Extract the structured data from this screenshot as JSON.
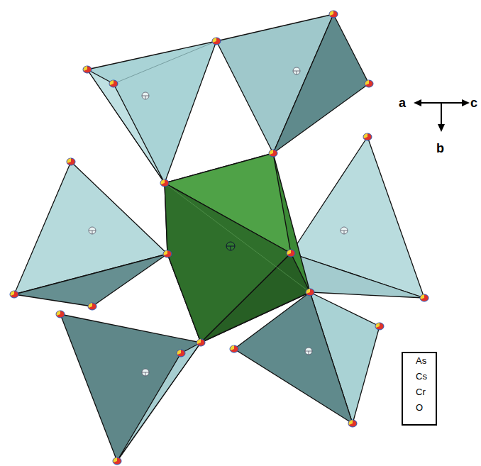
{
  "diagram": {
    "labels": [
      "a",
      "c",
      "b"
    ],
    "legend": [
      {
        "text": "As"
      },
      {
        "text": "Cs"
      },
      {
        "text": "Cr"
      },
      {
        "text": "O"
      }
    ]
  }
}
